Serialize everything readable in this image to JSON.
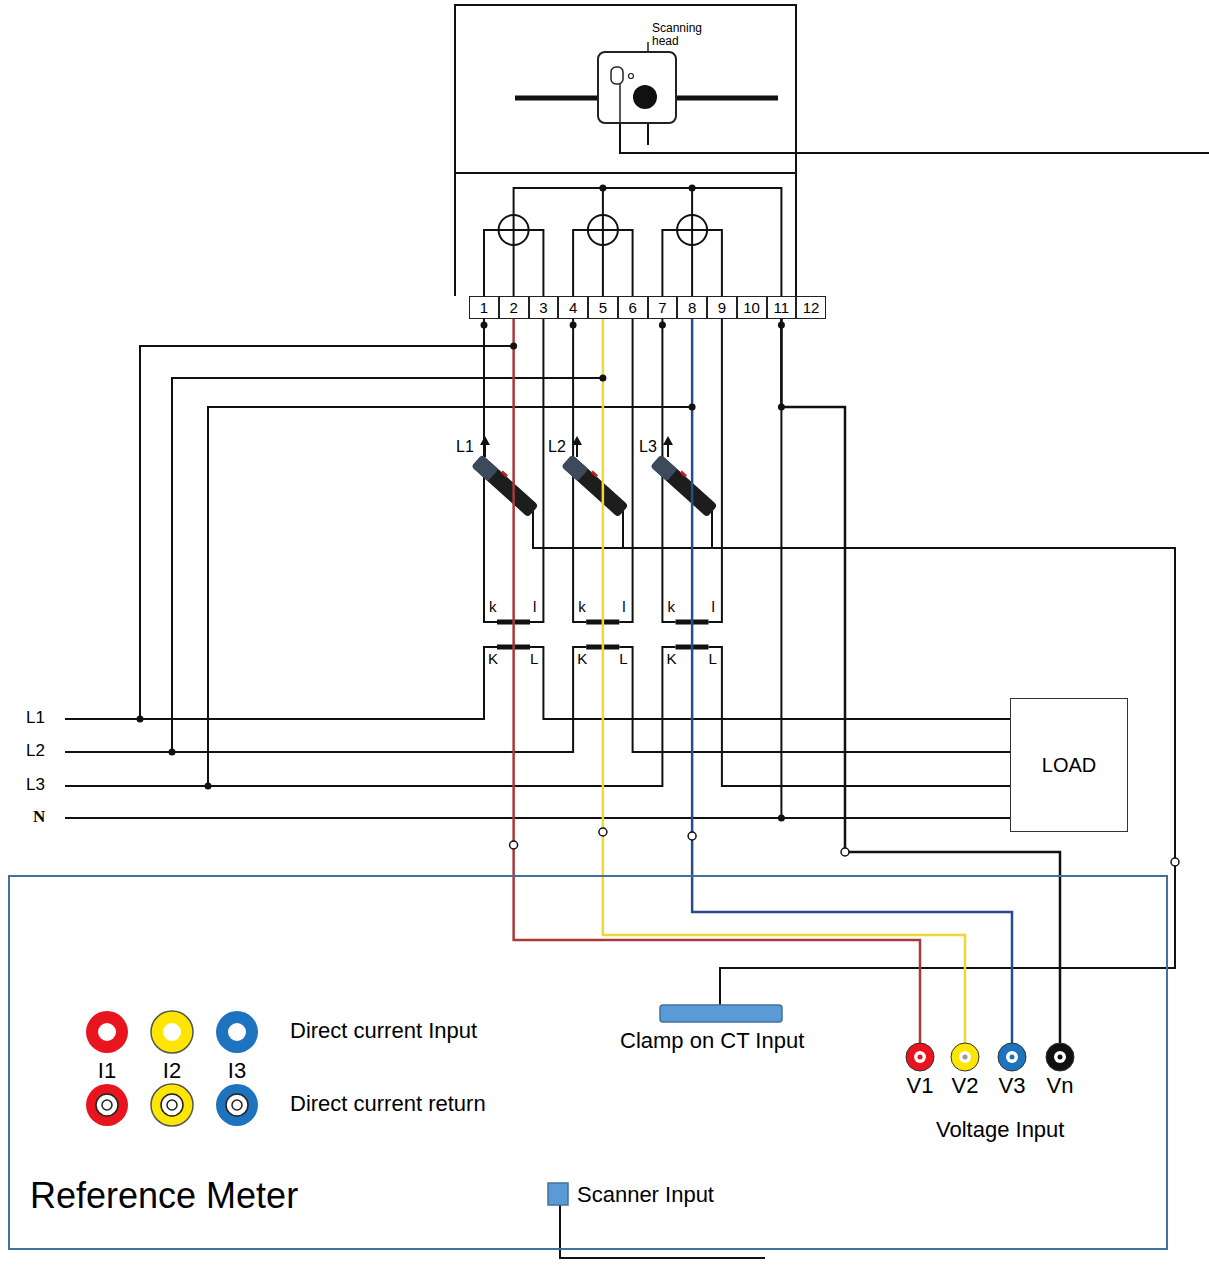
{
  "diagram": {
    "nodes": [
      {
        "text": [
          "Scanning head"
        ]
      },
      {
        "text": [
          "1"
        ]
      },
      {
        "text": [
          "2"
        ]
      },
      {
        "text": [
          "3"
        ]
      },
      {
        "text": [
          "4"
        ]
      },
      {
        "text": [
          "5"
        ]
      },
      {
        "text": [
          "6"
        ]
      },
      {
        "text": [
          "7"
        ]
      },
      {
        "text": [
          "8"
        ]
      },
      {
        "text": [
          "9"
        ]
      },
      {
        "text": [
          "10"
        ]
      },
      {
        "text": [
          "11"
        ]
      },
      {
        "text": [
          "12"
        ]
      },
      {
        "text": [
          "LOAD"
        ]
      },
      {
        "text": [
          "Reference Meter"
        ]
      },
      {
        "text": [
          "Clamp on CT Input"
        ],
        "in": 14
      },
      {
        "text": [
          "Scanner Input"
        ],
        "in": 14
      },
      {
        "text": [
          "V1"
        ],
        "in": 14
      },
      {
        "text": [
          "V2"
        ],
        "in": 14
      },
      {
        "text": [
          "V3"
        ],
        "in": 14
      },
      {
        "text": [
          "Vn"
        ],
        "in": 14
      },
      {
        "text": [
          "I1"
        ],
        "in": 14
      },
      {
        "text": [
          "I2"
        ],
        "in": 14
      },
      {
        "text": [
          "I3"
        ],
        "in": 14
      }
    ],
    "edges": [
      {
        "from": 2,
        "to": 17,
        "arrow": "none"
      },
      {
        "from": 5,
        "to": 18,
        "arrow": "none"
      },
      {
        "from": 8,
        "to": 19,
        "arrow": "none"
      },
      {
        "from": 11,
        "to": 20,
        "arrow": "none"
      }
    ],
    "labels": [
      "Direct current Input",
      "Direct current return",
      "Voltage Input",
      "L1",
      "L2",
      "L3",
      "N",
      "L1",
      "L2",
      "L3",
      "k",
      "l",
      "K",
      "L",
      "k",
      "l",
      "K",
      "L",
      "k",
      "l",
      "K",
      "L"
    ]
  }
}
